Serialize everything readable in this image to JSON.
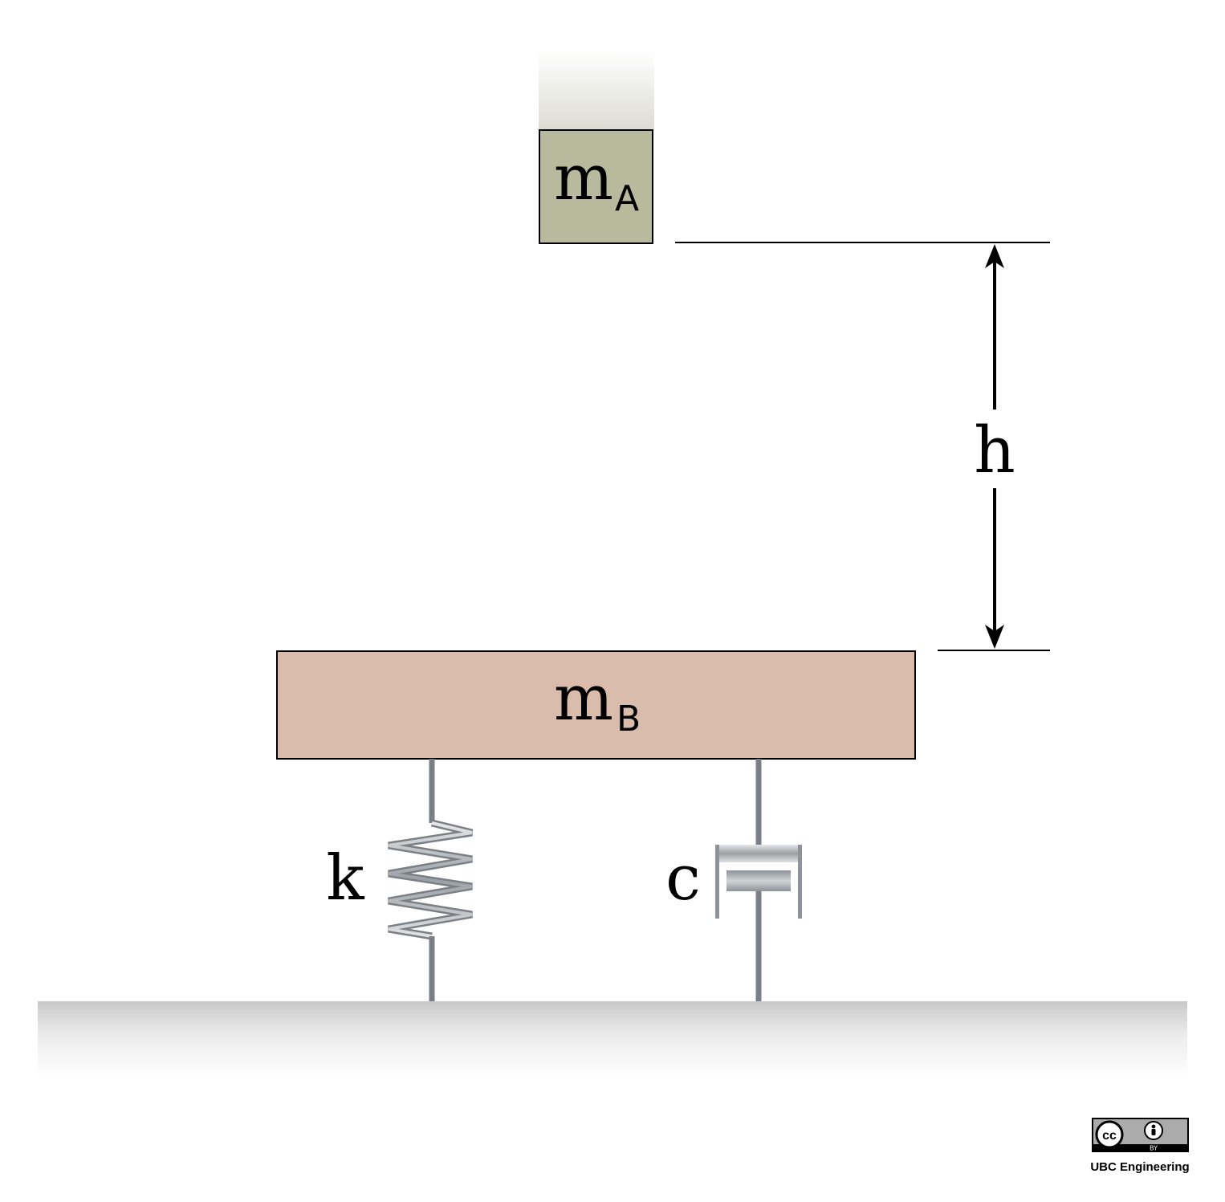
{
  "labels": {
    "mass_a_main": "m",
    "mass_a_sub": "A",
    "mass_b_main": "m",
    "mass_b_sub": "B",
    "height": "h",
    "spring": "k",
    "damper": "c"
  },
  "license": {
    "badge_text": "BY",
    "credit": "UBC Engineering"
  },
  "colors": {
    "mass_a_fill": "#b9b99e",
    "mass_b_fill": "#dabcac",
    "metal": "#7a8085",
    "outline": "#000000"
  },
  "icons": {
    "cc": "creative-commons-icon",
    "by": "attribution-person-icon"
  }
}
